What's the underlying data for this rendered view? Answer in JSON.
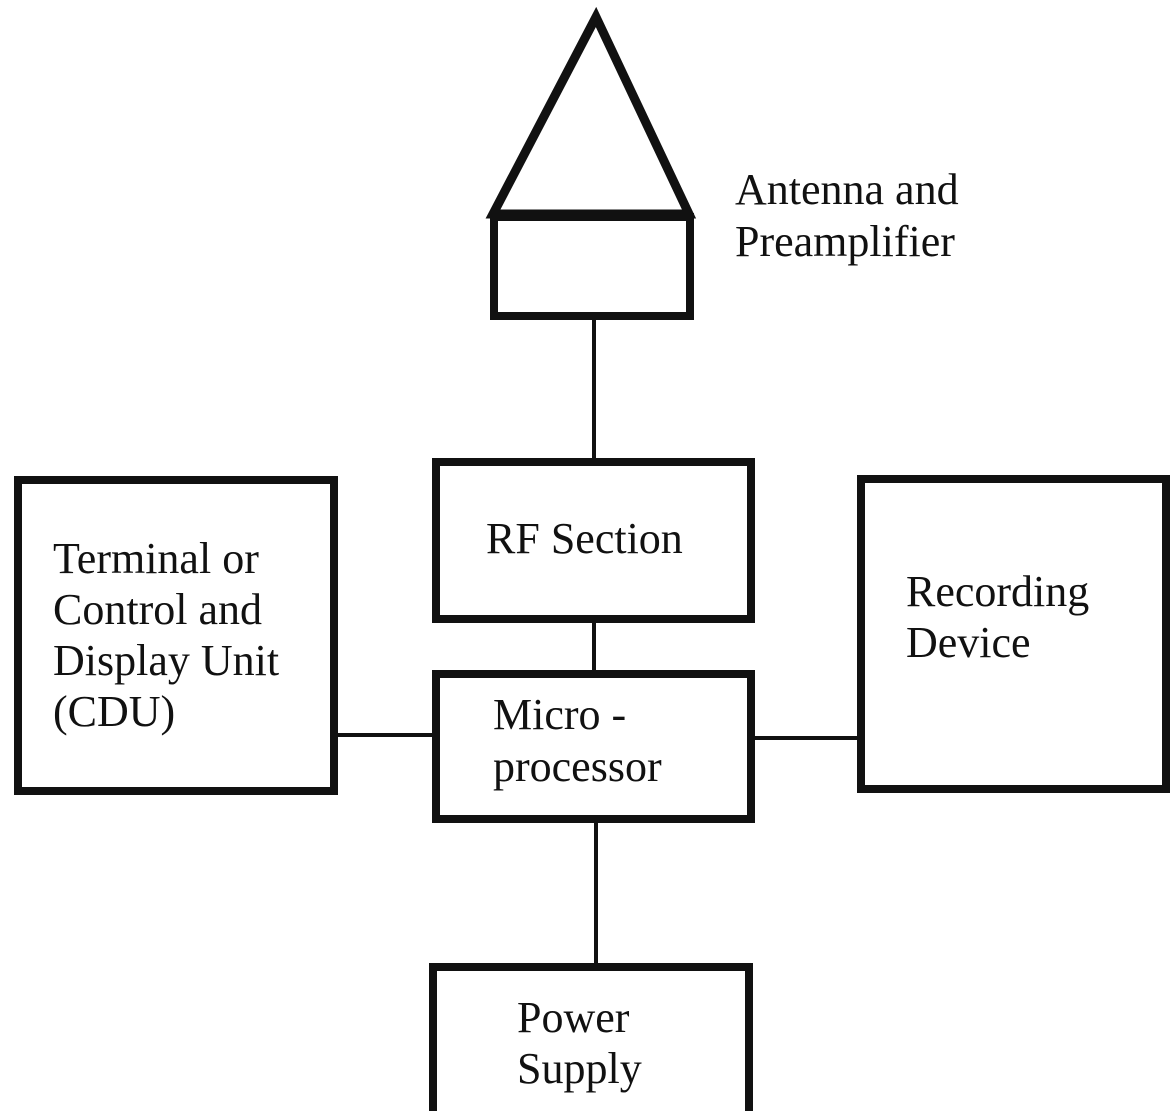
{
  "diagram": {
    "antenna": {
      "line1": "Antenna and",
      "line2": "Preamplifier"
    },
    "rf_section": {
      "label": "RF Section"
    },
    "cdu": {
      "line1": "Terminal or",
      "line2": "Control and",
      "line3": "Display Unit",
      "line4": "(CDU)"
    },
    "microprocessor": {
      "line1": "Micro -",
      "line2": "processor"
    },
    "recording": {
      "line1": "Recording",
      "line2": "Device"
    },
    "power_supply": {
      "line1": "Power",
      "line2": "Supply"
    }
  }
}
